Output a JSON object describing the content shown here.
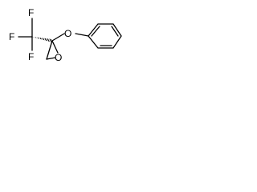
{
  "molecule": {
    "atoms": {
      "fluorine_top": "F",
      "fluorine_left": "F",
      "fluorine_bottom": "F",
      "oxygen_ether": "O",
      "oxygen_epoxide": "O"
    }
  }
}
